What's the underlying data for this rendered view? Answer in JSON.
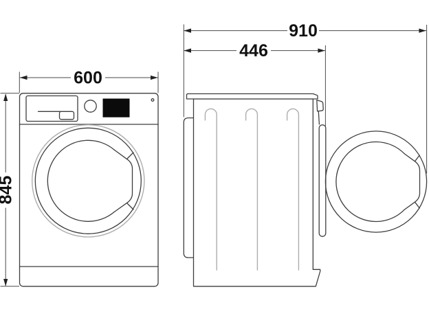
{
  "dimensions": {
    "front_width": "600",
    "front_height": "845",
    "side_depth_total": "910",
    "side_depth_body": "446"
  },
  "colors": {
    "line": "#3d3d3d",
    "light_line": "#adadad",
    "dimension_line": "#4a4a4a",
    "display_fill": "#0b0b0b",
    "label_text": "#111111",
    "background": "#ffffff"
  }
}
